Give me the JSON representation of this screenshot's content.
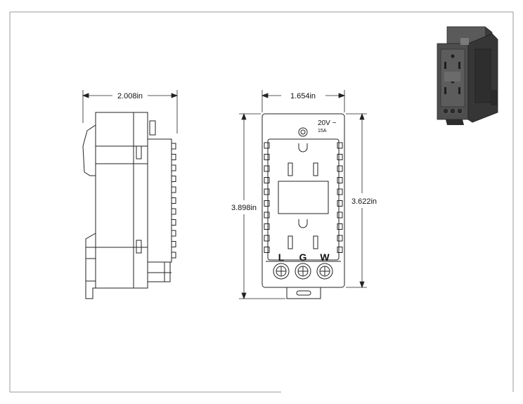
{
  "dimensions": {
    "side_width": "2.008in",
    "front_width": "1.654in",
    "front_height_overall": "3.898in",
    "front_height_body": "3.622in"
  },
  "front_view": {
    "rating_voltage": "20V ~",
    "rating_current": "15A",
    "terminal_labels": [
      "L",
      "G",
      "W"
    ]
  },
  "colors": {
    "line": "#222222",
    "frame": "#999999",
    "iso_body": "#4a4a4a",
    "iso_dark": "#2c2c2c",
    "iso_light": "#6b6b6b"
  }
}
